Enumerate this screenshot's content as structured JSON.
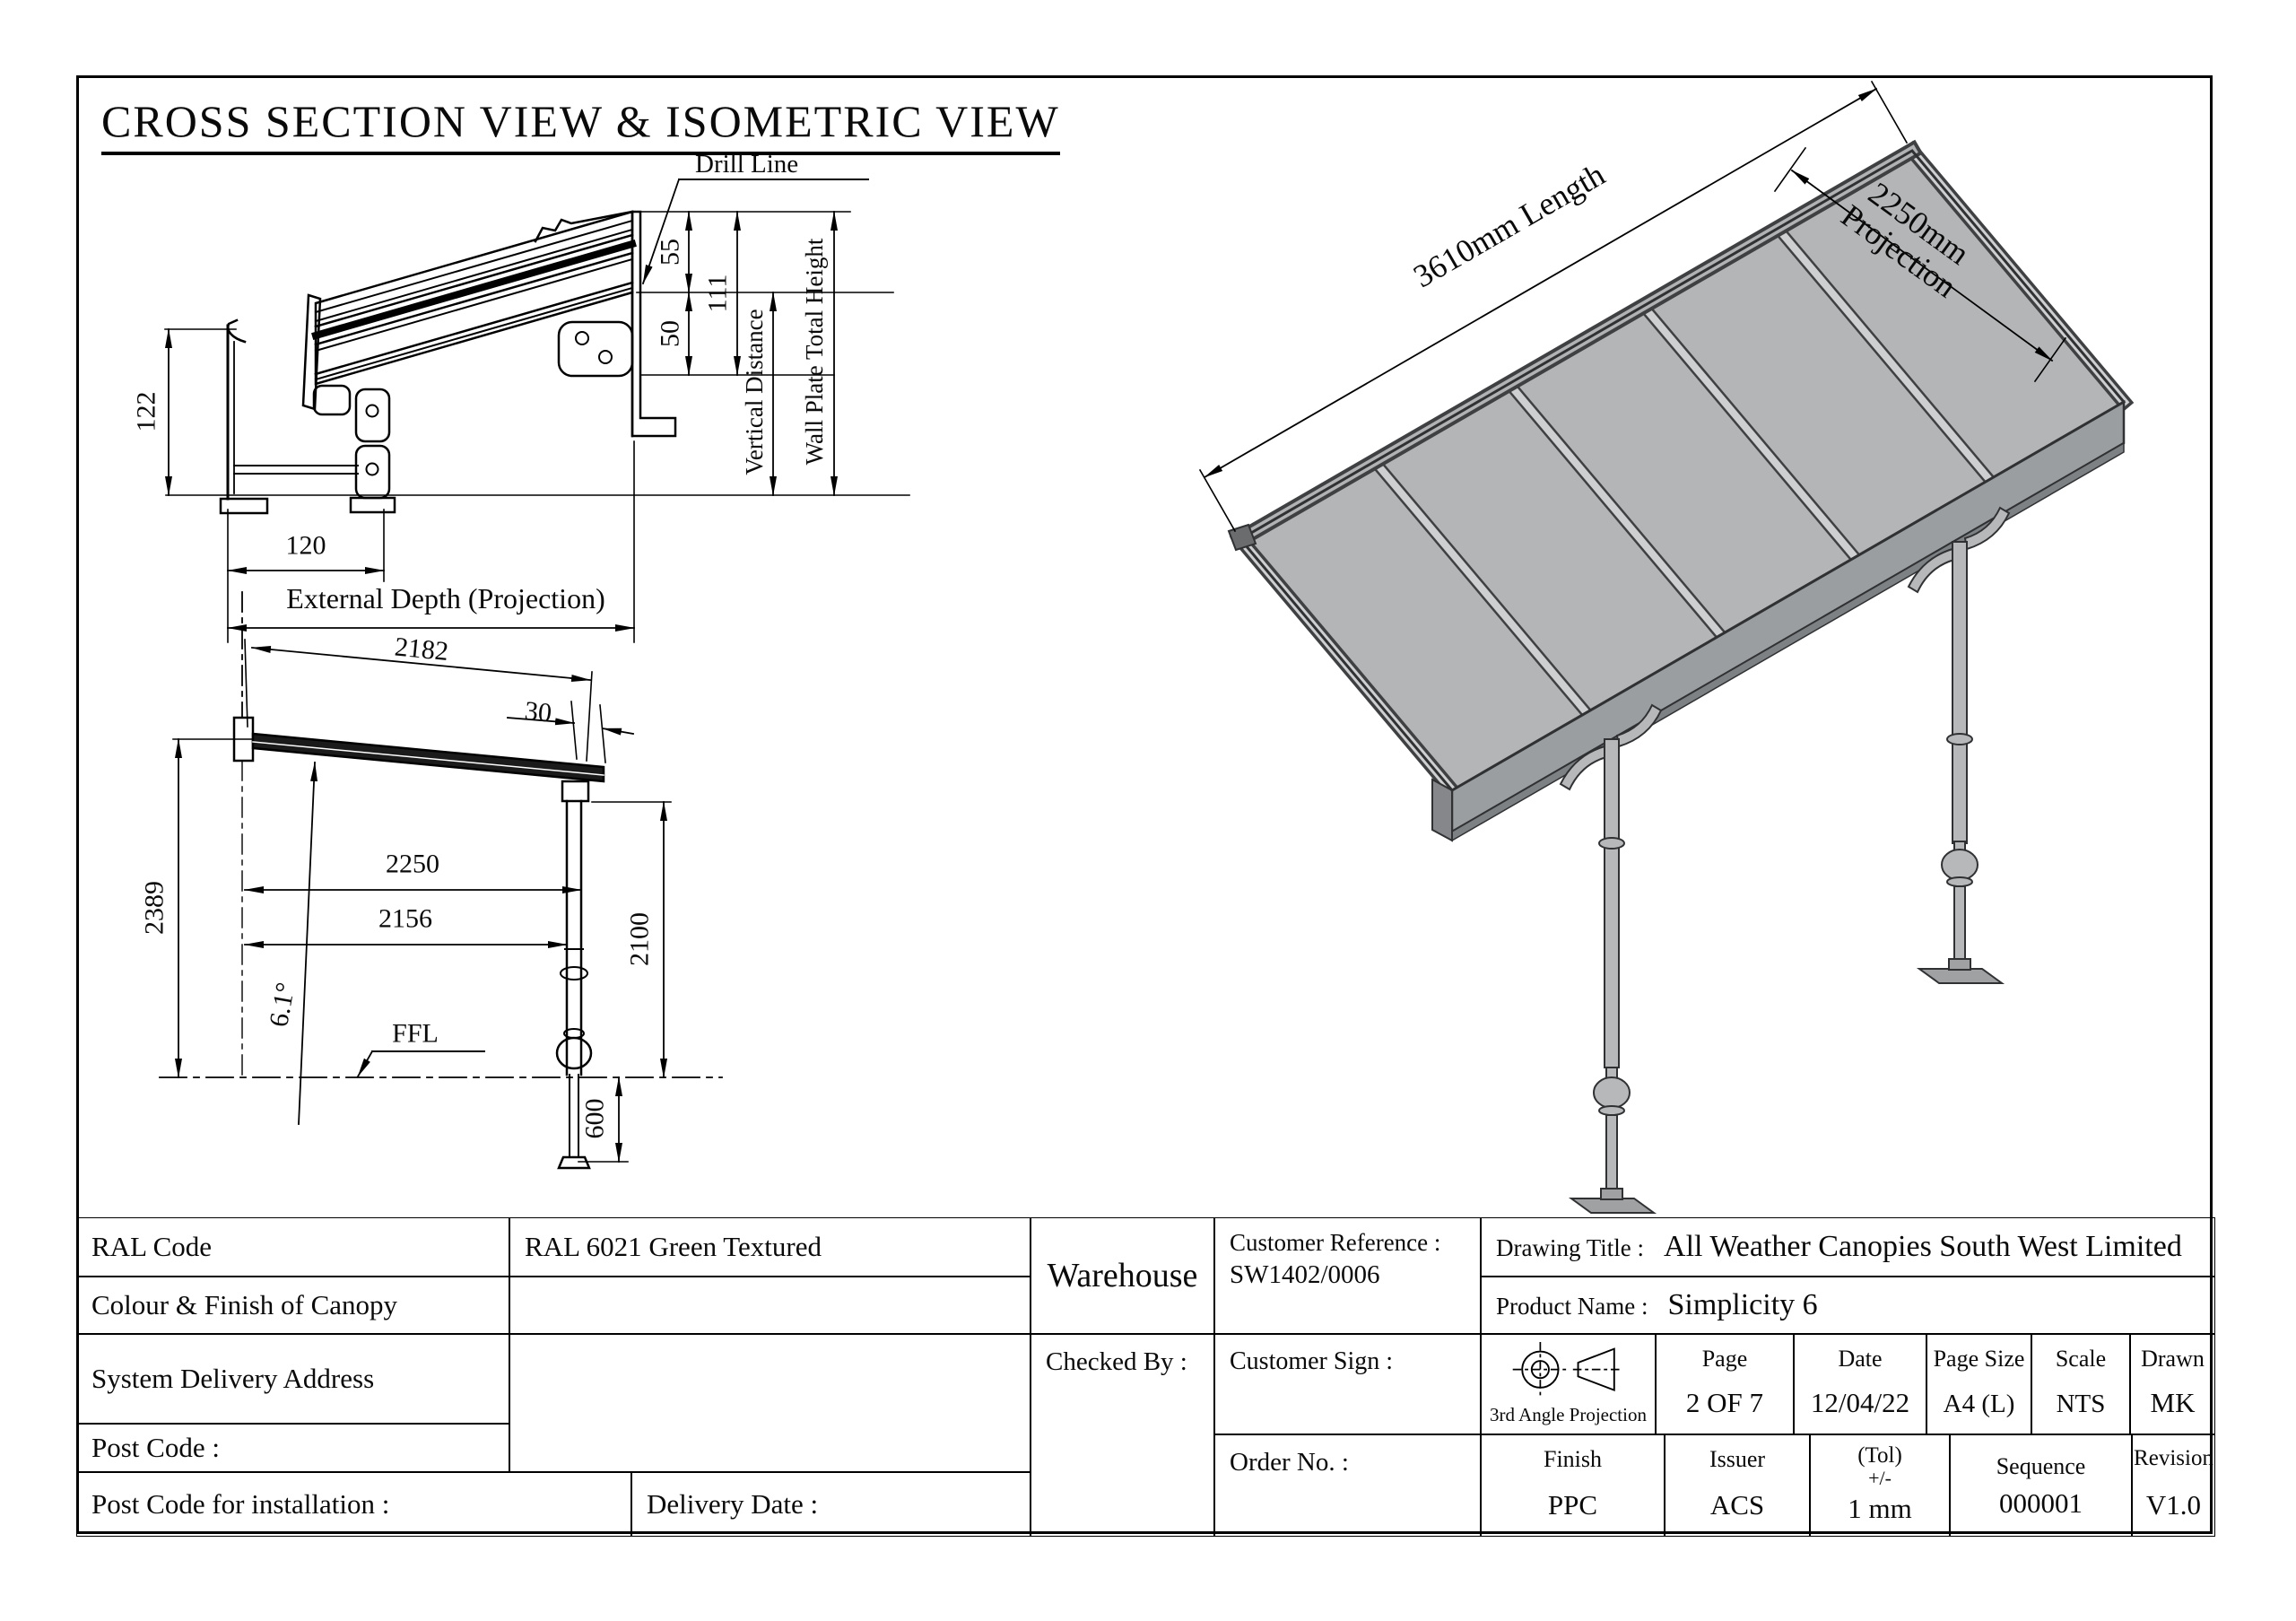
{
  "title": "CROSS SECTION VIEW & ISOMETRIC VIEW",
  "cross_section": {
    "drill_line_label": "Drill Line",
    "dim_55": "55",
    "dim_111": "111",
    "dim_50": "50",
    "vertical_distance_label": "Vertical Distance",
    "wall_plate_total_height_label": "Wall Plate Total Height",
    "dim_122": "122",
    "dim_120": "120",
    "external_depth_label": "External Depth (Projection)"
  },
  "side_view": {
    "dim_2182": "2182",
    "dim_30": "30",
    "dim_2250": "2250",
    "dim_2156": "2156",
    "dim_2389": "2389",
    "dim_2100": "2100",
    "angle": "6.1°",
    "ffl_label": "FFL",
    "dim_600": "600"
  },
  "isometric": {
    "length_label": "3610mm Length",
    "projection_label_line1": "2250mm",
    "projection_label_line2": "Projection"
  },
  "table": {
    "ral_code_label": "RAL Code",
    "ral_code_value": "RAL 6021 Green Textured",
    "colour_finish_label": "Colour & Finish of Canopy",
    "system_delivery_label": "System Delivery Address",
    "post_code_label": "Post Code :",
    "post_code_installation_label": "Post Code for installation :",
    "delivery_date_label": "Delivery Date :",
    "warehouse_label": "Warehouse",
    "checked_by_label": "Checked By :",
    "customer_reference_label": "Customer Reference :",
    "customer_reference_value": "SW1402/0006",
    "customer_sign_label": "Customer Sign :",
    "order_no_label": "Order No. :",
    "drawing_title_label": "Drawing Title :",
    "drawing_title_value": "All Weather Canopies South West Limited",
    "product_name_label": "Product Name :",
    "product_name_value": "Simplicity 6",
    "projection_symbol_caption": "3rd Angle Projection",
    "page_label": "Page",
    "page_value": "2 OF 7",
    "date_label": "Date",
    "date_value": "12/04/22",
    "page_size_label": "Page Size",
    "page_size_value": "A4 (L)",
    "scale_label": "Scale",
    "scale_value": "NTS",
    "drawn_label": "Drawn",
    "drawn_value": "MK",
    "finish_label": "Finish",
    "finish_value": "PPC",
    "issuer_label": "Issuer",
    "issuer_value": "ACS",
    "tol_label": "(Tol)",
    "tol_sign": "+/-",
    "tol_value": "1 mm",
    "sequence_label": "Sequence",
    "sequence_value": "000001",
    "revision_label": "Revision",
    "revision_value": "V1.0"
  },
  "colors": {
    "line": "#0a0a0a",
    "panel_gray": "#b3b5b7",
    "bar_gray": "#cdcfd1",
    "beam_gray": "#9b9ea1",
    "dark_gray": "#3e4042"
  }
}
